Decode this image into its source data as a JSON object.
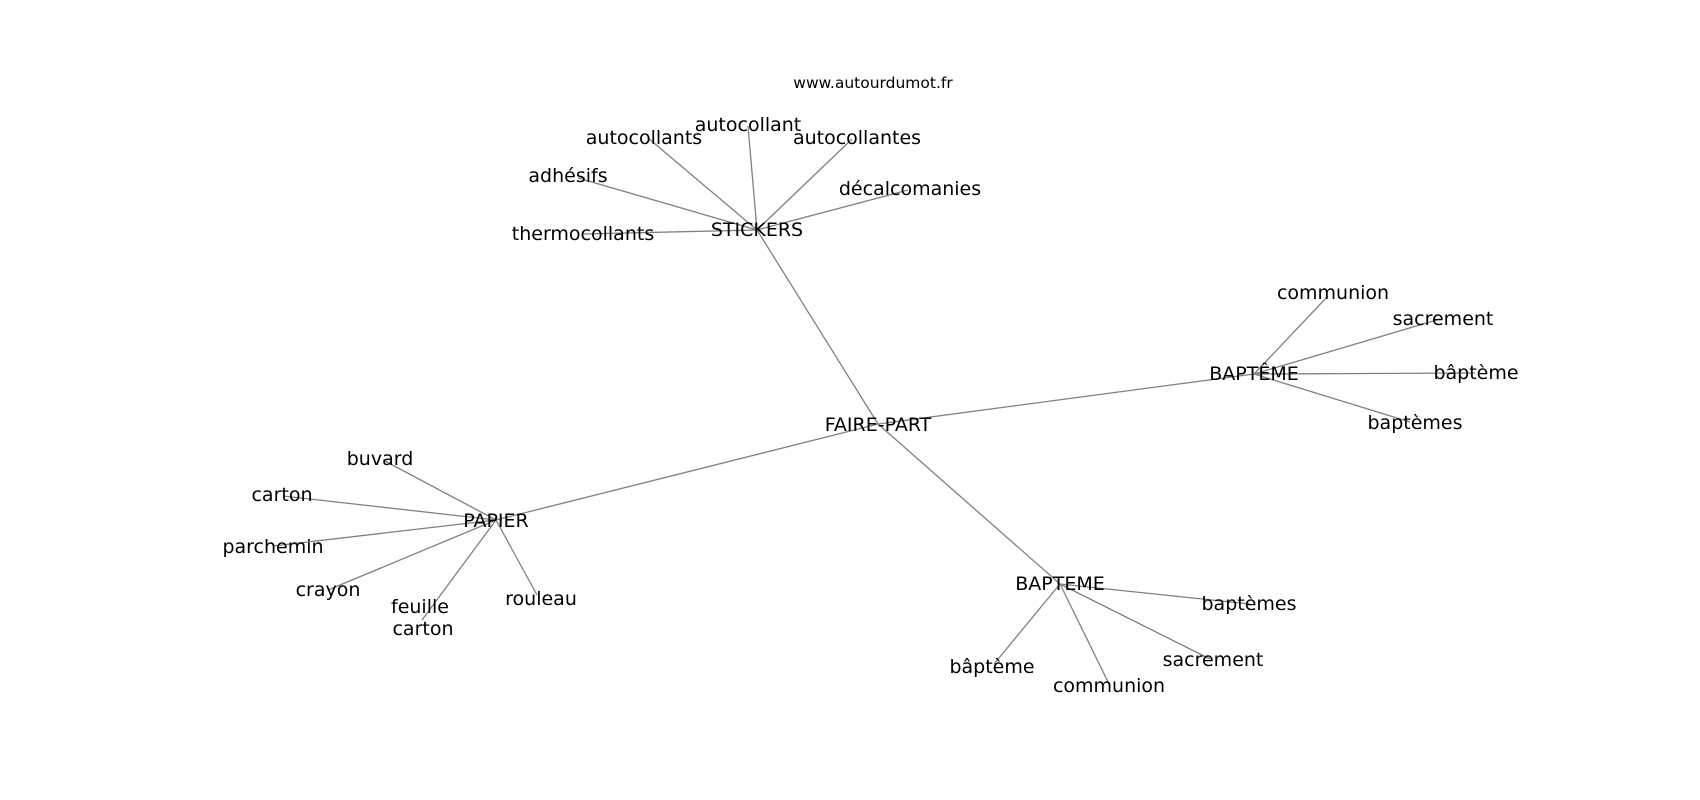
{
  "watermark": "www.autourdumot.fr",
  "graph": {
    "center": "FAIRE-PART",
    "branches": [
      {
        "hub": "STICKERS",
        "leaves": [
          "autocollants",
          "autocollant",
          "autocollantes",
          "adhésifs",
          "décalcomanies",
          "thermocollants"
        ]
      },
      {
        "hub": "BAPTÊME",
        "leaves": [
          "communion",
          "sacrement",
          "bâptème",
          "baptèmes"
        ]
      },
      {
        "hub": "PAPIER",
        "leaves": [
          "buvard",
          "carton",
          "parchemin",
          "crayon",
          "feuille carton",
          "rouleau"
        ]
      },
      {
        "hub": "BAPTEME",
        "leaves": [
          "baptèmes",
          "sacrement",
          "communion",
          "bâptème"
        ]
      }
    ]
  }
}
